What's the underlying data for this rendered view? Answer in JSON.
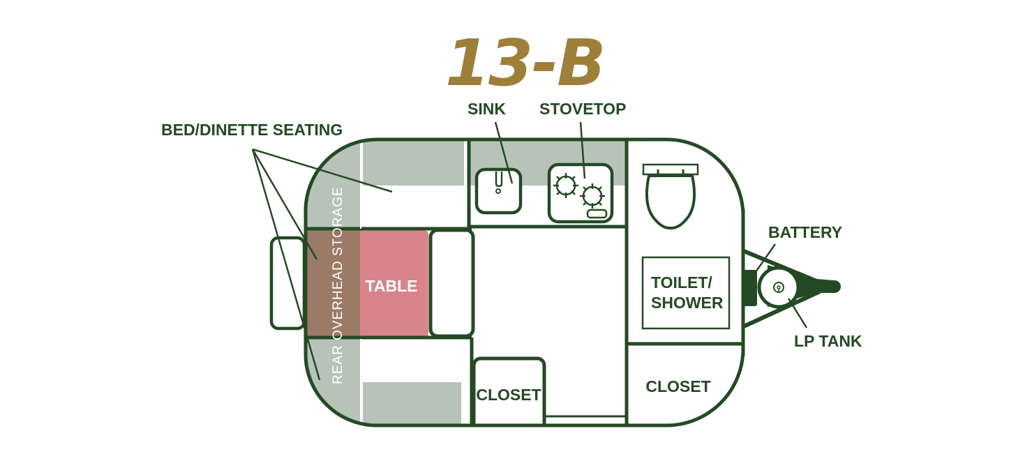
{
  "title": "13-B",
  "colors": {
    "title_gold": "#9e7f3a",
    "outline_green": "#254925",
    "storage_gray": "#b7c3b9",
    "table_pink": "#d8848a",
    "rear_storage_brown": "#9b7a67",
    "background": "#ffffff"
  },
  "labels": {
    "bed_dinette": "BED/DINETTE SEATING",
    "sink": "SINK",
    "stovetop": "STOVETOP",
    "battery": "BATTERY",
    "lp_tank": "LP TANK",
    "table": "TABLE",
    "rear_storage": "REAR OVERHEAD STORAGE",
    "toilet_shower_line1": "TOILET/",
    "toilet_shower_line2": "SHOWER",
    "closet_center": "CLOSET",
    "closet_front": "CLOSET"
  },
  "icons": {
    "sink": "sink-icon",
    "stove_burner": "burner-icon",
    "toilet": "toilet-icon",
    "lp_tank": "lp-tank-icon",
    "battery": "battery-icon",
    "hitch": "hitch-tongue-icon"
  }
}
